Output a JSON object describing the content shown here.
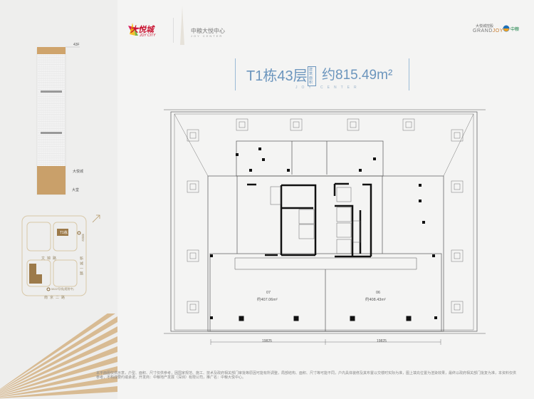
{
  "brand": {
    "joy_city_cn": "大悦城",
    "joy_city_en": "JOY CITY",
    "center_cn": "中粮大悦中心",
    "center_en": "JOY CENTER",
    "grandjoy_cn": "大悦城控股",
    "grandjoy_en_a": "GRAND",
    "grandjoy_en_b": "JOY",
    "cofco": "中粮"
  },
  "title": {
    "floor": "T1栋43层",
    "area_tag": "建筑面积",
    "area": "约815.49m²",
    "subtitle": "JOY CENTER"
  },
  "tower": {
    "floor_mark": "43F",
    "label_mid": "大悦城",
    "label_low": "大堂"
  },
  "site": {
    "building": "T1栋",
    "road_top": "文锦路",
    "road_right": "新城一路",
    "road_bottom": "南京二路",
    "metro_right": "地铁站",
    "metro_bottom": "5822号线(规划中)"
  },
  "units": [
    {
      "id": "07",
      "area": "约407.06m²"
    },
    {
      "id": "06",
      "area": "约408.43m²"
    }
  ],
  "dimensions": [
    "19825",
    "19825"
  ],
  "disclaimer": "本平面图仅供示意，户型、面积、尺寸仅供参考，因国家规范、施工、技术及政府相关部门审批等原因可能有所调整，局部结构、面积、尺寸等可能不同，户内具体装修及其布置以交楼时实际为准，图上填充位置为渲染效果，最终以政府相关部门批复为准，本资料仅供参考，不构成要约或承诺，开发商：中粮地产发展（深圳）有限公司，推广名：中粮大悦中心。"
}
